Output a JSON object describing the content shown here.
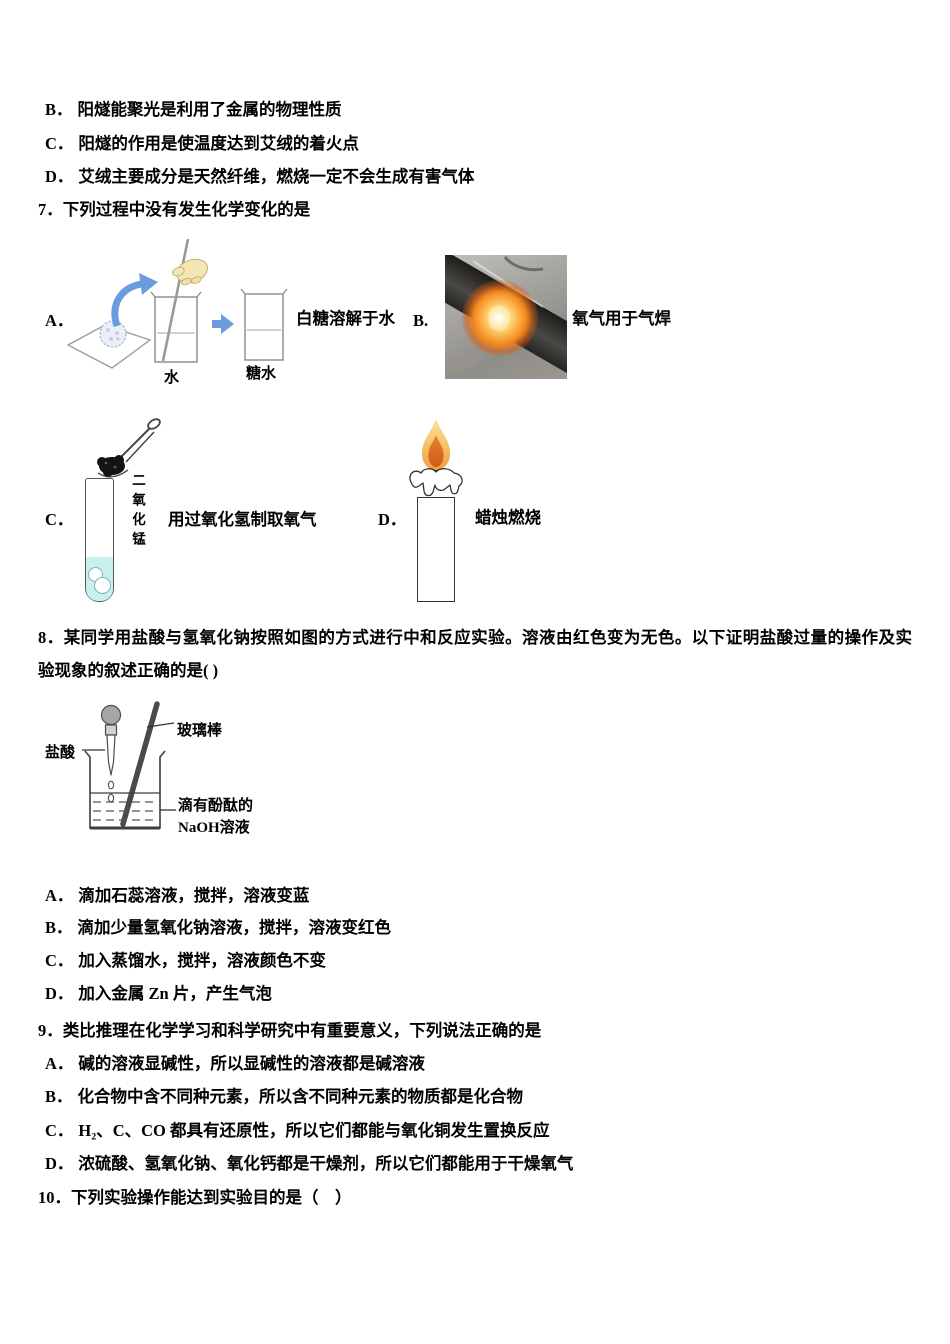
{
  "colors": {
    "page_bg": "#ffffff",
    "text": "#000000",
    "arrow_blue": "#6c9be0",
    "tube_liquid_cyan": "#c9efee",
    "flame_outer": "#f0a03c",
    "flame_inner": "#cf5a1e",
    "photo_glow": "#f58a1f"
  },
  "q6": {
    "options": [
      {
        "label": "B．",
        "text": "阳燧能聚光是利用了金属的物理性质"
      },
      {
        "label": "C．",
        "text": "阳燧的作用是使温度达到艾绒的着火点"
      },
      {
        "label": "D．",
        "text": "艾绒主要成分是天然纤维，燃烧一定不会生成有害气体"
      }
    ]
  },
  "q7": {
    "stem": "7．下列过程中没有发生化学变化的是",
    "a": {
      "letter": "A．",
      "caption": "白糖溶解于水",
      "label_water": "水",
      "label_sugar_water": "糖水"
    },
    "b": {
      "letter": "B.",
      "caption": "氧气用于气焊"
    },
    "c": {
      "letter": "C．",
      "caption": "用过氧化氢制取氧气",
      "label_mno2": "二氧化锰"
    },
    "d": {
      "letter": "D．",
      "caption": "蜡烛燃烧"
    }
  },
  "q8": {
    "stem_line1": "8．某同学用盐酸与氢氧化钠按照如图的方式进行中和反应实验。溶液由红色变为无色。以下证明盐酸过量的操作及实",
    "stem_line2": "验现象的叙述正确的是( )",
    "diagram": {
      "label_acid": "盐酸",
      "label_rod": "玻璃棒",
      "label_solution1": "滴有酚酞的",
      "label_solution2": "NaOH溶液"
    },
    "options": [
      {
        "label": "A．",
        "text": "滴加石蕊溶液，搅拌，溶液变蓝"
      },
      {
        "label": "B．",
        "text": "滴加少量氢氧化钠溶液，搅拌，溶液变红色"
      },
      {
        "label": "C．",
        "text": "加入蒸馏水，搅拌，溶液颜色不变"
      },
      {
        "label": "D．",
        "text": "加入金属 Zn 片，产生气泡"
      }
    ]
  },
  "q9": {
    "stem": "9．类比推理在化学学习和科学研究中有重要意义，下列说法正确的是",
    "options": [
      {
        "label": "A．",
        "text": "碱的溶液显碱性，所以显碱性的溶液都是碱溶液"
      },
      {
        "label": "B．",
        "text": "化合物中含不同种元素，所以含不同种元素的物质都是化合物"
      },
      {
        "label": "C．",
        "text": "H₂、C、CO 都具有还原性，所以它们都能与氧化铜发生置换反应"
      },
      {
        "label": "D．",
        "text": "浓硫酸、氢氧化钠、氧化钙都是干燥剂，所以它们都能用于干燥氧气"
      }
    ]
  },
  "q10": {
    "stem": "10．下列实验操作能达到实验目的是（　）"
  }
}
